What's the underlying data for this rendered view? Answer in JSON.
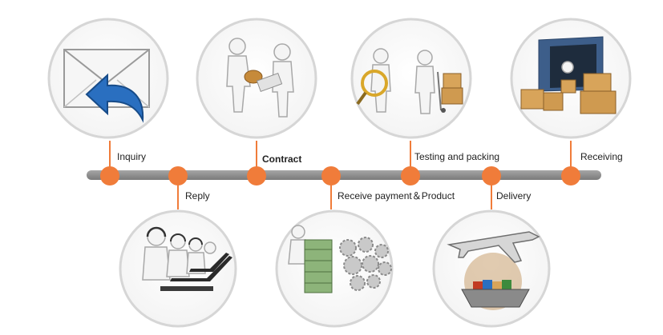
{
  "colors": {
    "accent": "#f07c3a",
    "timeline": "#8c8c8c",
    "circle_ring": "#d6d6d6",
    "figure": "#f4f4f4",
    "box": "#d8a45a"
  },
  "steps": [
    {
      "label": "Inquiry",
      "image": "envelope-reply-icon"
    },
    {
      "label": "Reply",
      "image": "call-center-agents-image"
    },
    {
      "label": "Contract",
      "image": "handshake-contract-image"
    },
    {
      "label": "Receive payment＆Product",
      "image": "money-gears-image"
    },
    {
      "label": "Testing and packing",
      "image": "testing-packing-image"
    },
    {
      "label": "Delivery",
      "image": "plane-ship-delivery-image"
    },
    {
      "label": "Receiving",
      "image": "container-boxes-image"
    }
  ]
}
